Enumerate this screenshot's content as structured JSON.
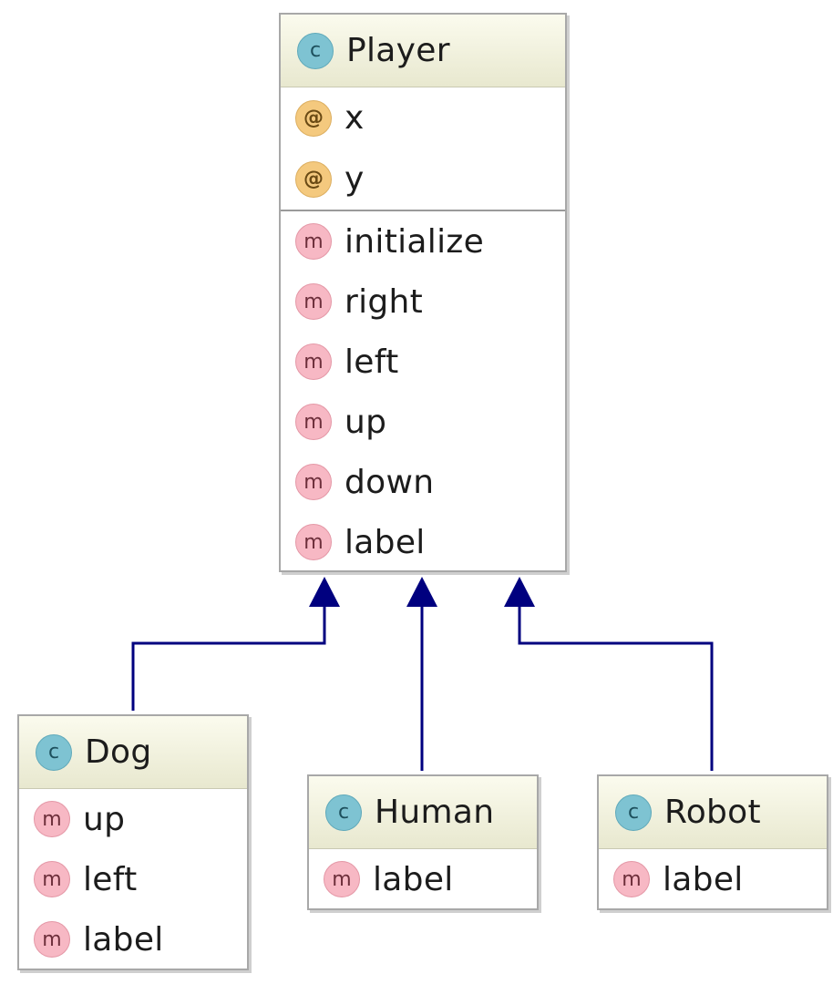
{
  "diagram": {
    "colors": {
      "header_gradient_top": "#fbfbee",
      "header_gradient_bottom": "#e8e8cf",
      "border": "#a8a8a8",
      "class_icon": "#7ec3d2",
      "field_icon": "#f4c97e",
      "method_icon": "#f7b8c4",
      "inheritance_arrow": "#00007f"
    },
    "classes": {
      "player": {
        "icon": "class-icon",
        "icon_glyph": "c",
        "name": "Player",
        "fields": [
          {
            "icon": "field-icon",
            "icon_glyph": "@",
            "name": "x"
          },
          {
            "icon": "field-icon",
            "icon_glyph": "@",
            "name": "y"
          }
        ],
        "methods": [
          {
            "icon": "method-icon",
            "icon_glyph": "m",
            "name": "initialize"
          },
          {
            "icon": "method-icon",
            "icon_glyph": "m",
            "name": "right"
          },
          {
            "icon": "method-icon",
            "icon_glyph": "m",
            "name": "left"
          },
          {
            "icon": "method-icon",
            "icon_glyph": "m",
            "name": "up"
          },
          {
            "icon": "method-icon",
            "icon_glyph": "m",
            "name": "down"
          },
          {
            "icon": "method-icon",
            "icon_glyph": "m",
            "name": "label"
          }
        ]
      },
      "dog": {
        "icon": "class-icon",
        "icon_glyph": "c",
        "name": "Dog",
        "parent": "Player",
        "methods": [
          {
            "icon": "method-icon",
            "icon_glyph": "m",
            "name": "up"
          },
          {
            "icon": "method-icon",
            "icon_glyph": "m",
            "name": "left"
          },
          {
            "icon": "method-icon",
            "icon_glyph": "m",
            "name": "label"
          }
        ]
      },
      "human": {
        "icon": "class-icon",
        "icon_glyph": "c",
        "name": "Human",
        "parent": "Player",
        "methods": [
          {
            "icon": "method-icon",
            "icon_glyph": "m",
            "name": "label"
          }
        ]
      },
      "robot": {
        "icon": "class-icon",
        "icon_glyph": "c",
        "name": "Robot",
        "parent": "Player",
        "methods": [
          {
            "icon": "method-icon",
            "icon_glyph": "m",
            "name": "label"
          }
        ]
      }
    }
  }
}
